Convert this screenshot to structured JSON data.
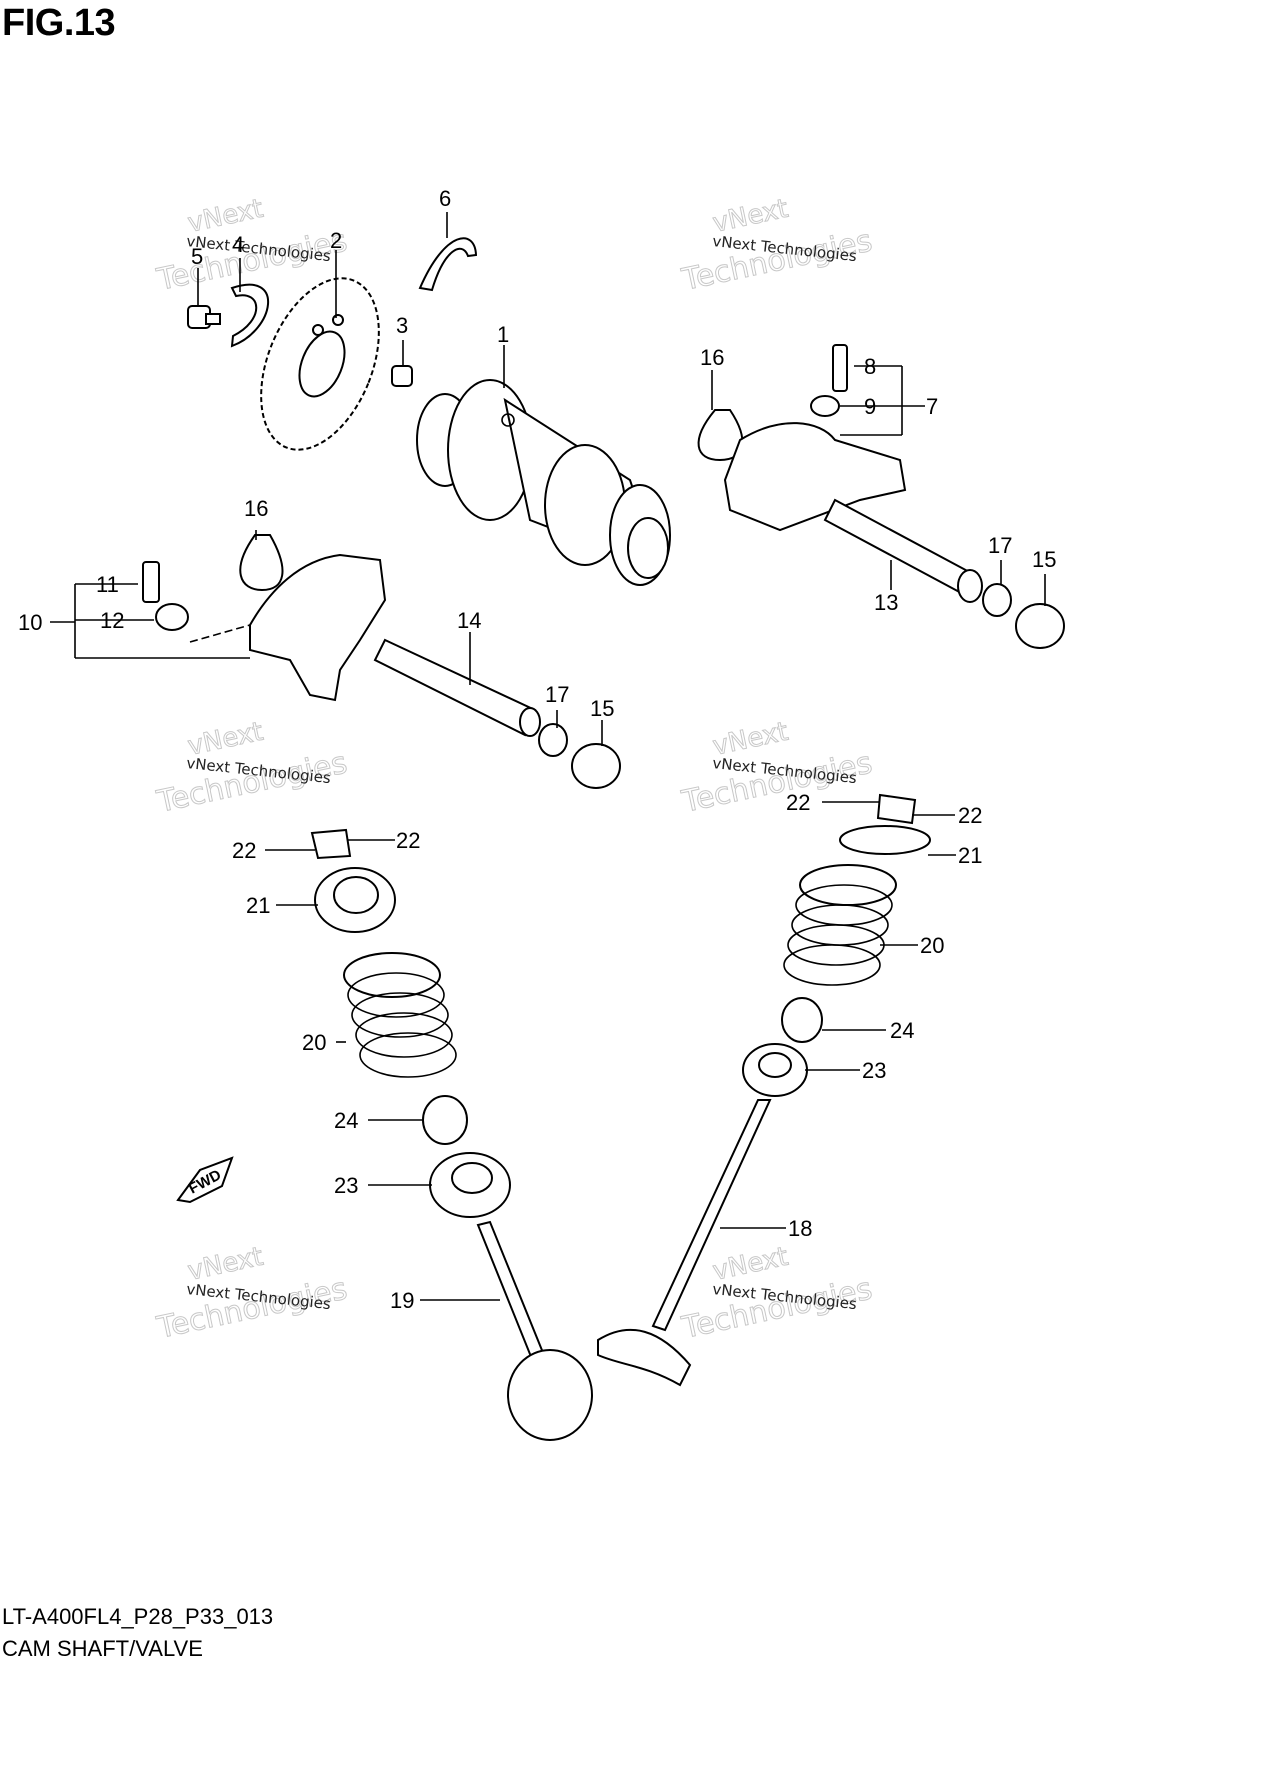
{
  "figure": {
    "title": "FIG.13"
  },
  "footer": {
    "model_code": "LT-A400FL4_P28_P33_013",
    "section": "CAM SHAFT/VALVE"
  },
  "watermark": {
    "line1": "vNext",
    "line2": "Technologies",
    "small": "vNext Technologies"
  },
  "fwd_label": "FWD",
  "callouts": {
    "c1": "1",
    "c2": "2",
    "c3": "3",
    "c4": "4",
    "c5": "5",
    "c6": "6",
    "c7": "7",
    "c8": "8",
    "c9": "9",
    "c10": "10",
    "c11": "11",
    "c12": "12",
    "c13": "13",
    "c14": "14",
    "c15a": "15",
    "c15b": "15",
    "c16a": "16",
    "c16b": "16",
    "c17a": "17",
    "c17b": "17",
    "c18": "18",
    "c19": "19",
    "c20a": "20",
    "c20b": "20",
    "c21a": "21",
    "c21b": "21",
    "c22a": "22",
    "c22b": "22",
    "c22c": "22",
    "c22d": "22",
    "c23a": "23",
    "c23b": "23",
    "c24a": "24",
    "c24b": "24"
  }
}
